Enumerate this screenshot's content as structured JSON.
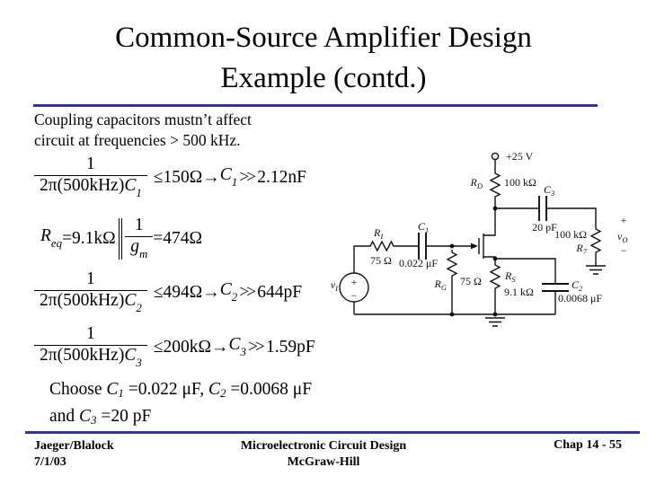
{
  "title": {
    "line1": "Common-Source Amplifier Design",
    "line2": "Example (contd.)"
  },
  "intro": {
    "line1": "Coupling capacitors mustn’t affect",
    "line2": "circuit at frequencies > 500 kHz."
  },
  "eq1": {
    "num": "1",
    "den_main": "2π(500kHz)",
    "den_var": "C",
    "den_sub": "1",
    "cond": "≤150Ω",
    "arrow": "→",
    "var": "C",
    "var_sub": "1",
    "gg": ">>",
    "value": "2.12nF"
  },
  "eq2": {
    "lhs": "R",
    "lhs_sub": "eq",
    "eq": "=9.1kΩ",
    "num": "1",
    "den_var": "g",
    "den_sub": "m",
    "result": "=474Ω"
  },
  "eq3": {
    "num": "1",
    "den_main": "2π(500kHz)",
    "den_var": "C",
    "den_sub": "2",
    "cond": "≤494Ω",
    "arrow": "→",
    "var": "C",
    "var_sub": "2",
    "gg": ">>",
    "value": "644pF"
  },
  "eq4": {
    "num": "1",
    "den_main": "2π(500kHz)",
    "den_var": "C",
    "den_sub": "3",
    "cond": "≤200kΩ",
    "arrow": "→",
    "var": "C",
    "var_sub": "3",
    "gg": ">>",
    "value": "1.59pF"
  },
  "choose": {
    "prefix": "Choose ",
    "c1": "C",
    "c1_sub": "1",
    "c1_val": " =0.022 μF, ",
    "c2": "C",
    "c2_sub": "2",
    "c2_val": " =0.0068 μF",
    "line2_prefix": "and ",
    "c3": "C",
    "c3_sub": "3",
    "c3_val": " =20 pF"
  },
  "circuit": {
    "supply": "+25 V",
    "rd": "R",
    "rd_sub": "D",
    "rd_val": "100 kΩ",
    "c3": "C",
    "c3_sub": "3",
    "c3_val": "20 pF",
    "r7_val": "100 kΩ",
    "r7": "R",
    "r7_sub": "7",
    "vo_plus": "+",
    "vo": "v",
    "vo_sub": "O",
    "vo_minus": "−",
    "ri": "R",
    "ri_sub": "I",
    "ri_val": "75 Ω",
    "c1": "C",
    "c1_sub": "1",
    "c1_val": "0.022 μF",
    "rg": "R",
    "rg_sub": "G",
    "rg_val": "75 Ω",
    "rs": "R",
    "rs_sub": "S",
    "rs_val": "9.1 kΩ",
    "c2": "C",
    "c2_sub": "2",
    "c2_val": "0.0068 μF",
    "vi": "v",
    "vi_sub": "I",
    "vi_plus": "+",
    "vi_minus": "−"
  },
  "footer": {
    "left1": "Jaeger/Blalock",
    "left2": "7/1/03",
    "center1": "Microelectronic Circuit Design",
    "center2": "McGraw-Hill",
    "right": "Chap 14 - 55"
  },
  "colors": {
    "accent_line": "#3333A0",
    "text": "#000000"
  }
}
